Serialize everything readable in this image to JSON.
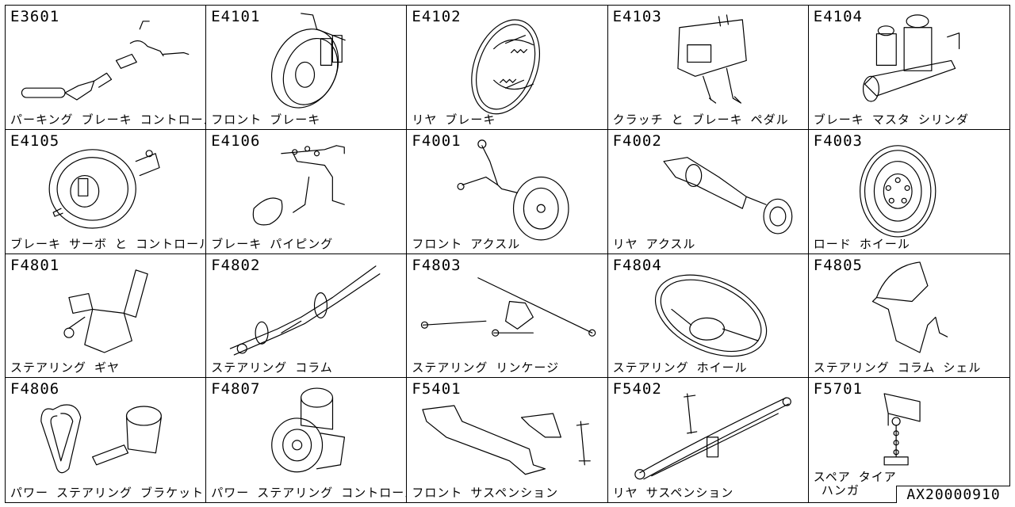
{
  "cells": [
    {
      "code": "E3601",
      "label": "パーキング ブレーキ コントロール",
      "icon": "parking-brake-lever-icon"
    },
    {
      "code": "E4101",
      "label": "フロント ブレーキ",
      "icon": "front-brake-disc-icon"
    },
    {
      "code": "E4102",
      "label": "リヤ ブレーキ",
      "icon": "rear-brake-drum-icon"
    },
    {
      "code": "E4103",
      "label": "クラッチ と ブレーキ ペダル",
      "icon": "pedal-assembly-icon"
    },
    {
      "code": "E4104",
      "label": "ブレーキ マスタ シリンダ",
      "icon": "master-cylinder-icon"
    },
    {
      "code": "E4105",
      "label": "ブレーキ サーボ と コントロール",
      "icon": "brake-servo-icon"
    },
    {
      "code": "E4106",
      "label": "ブレーキ パイピング",
      "icon": "brake-piping-icon"
    },
    {
      "code": "F4001",
      "label": "フロント アクスル",
      "icon": "front-axle-icon"
    },
    {
      "code": "F4002",
      "label": "リヤ アクスル",
      "icon": "rear-axle-icon"
    },
    {
      "code": "F4003",
      "label": "ロード ホイール",
      "icon": "road-wheel-icon"
    },
    {
      "code": "F4801",
      "label": "ステアリング ギヤ",
      "icon": "steering-gear-icon"
    },
    {
      "code": "F4802",
      "label": "ステアリング コラム",
      "icon": "steering-column-icon"
    },
    {
      "code": "F4803",
      "label": "ステアリング リンケージ",
      "icon": "steering-linkage-icon"
    },
    {
      "code": "F4804",
      "label": "ステアリング ホイール",
      "icon": "steering-wheel-icon"
    },
    {
      "code": "F4805",
      "label": "ステアリング コラム シェル",
      "icon": "column-shell-icon"
    },
    {
      "code": "F4806",
      "label": "パワー ステアリング ブラケット",
      "icon": "power-steering-bracket-icon"
    },
    {
      "code": "F4807",
      "label": "パワー ステアリング コントロール",
      "icon": "power-steering-pump-icon"
    },
    {
      "code": "F5401",
      "label": "フロント サスペンション",
      "icon": "front-suspension-icon"
    },
    {
      "code": "F5402",
      "label": "リヤ サスペンション",
      "icon": "leaf-spring-icon"
    },
    {
      "code": "F5701",
      "label": "スペア タイア\n ハンガ",
      "icon": "spare-tire-hanger-icon"
    }
  ],
  "reference_code": "AX20000910"
}
